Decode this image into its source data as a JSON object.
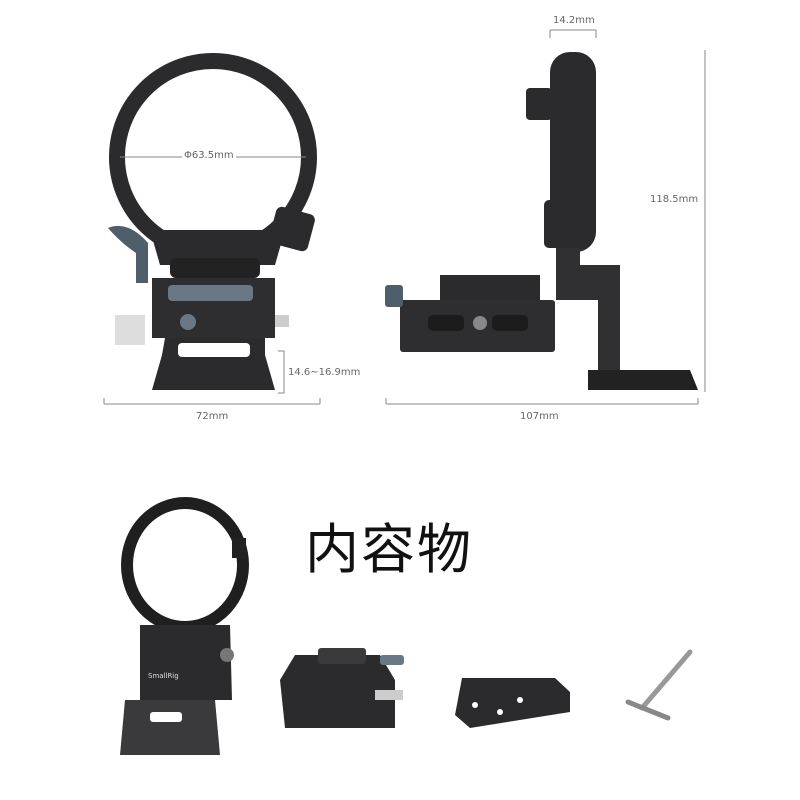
{
  "dimensions": {
    "ring_diameter": "Φ63.5mm",
    "front_width": "72mm",
    "height_range": "14.6~16.9mm",
    "side_thickness": "14.2mm",
    "side_height": "118.5mm",
    "side_length": "107mm"
  },
  "section_title": "内容物",
  "brand_logo_text": "SmallRig",
  "colors": {
    "product": "#2b2b2d",
    "accent": "#5d6b78",
    "dimension_line": "#888888"
  }
}
